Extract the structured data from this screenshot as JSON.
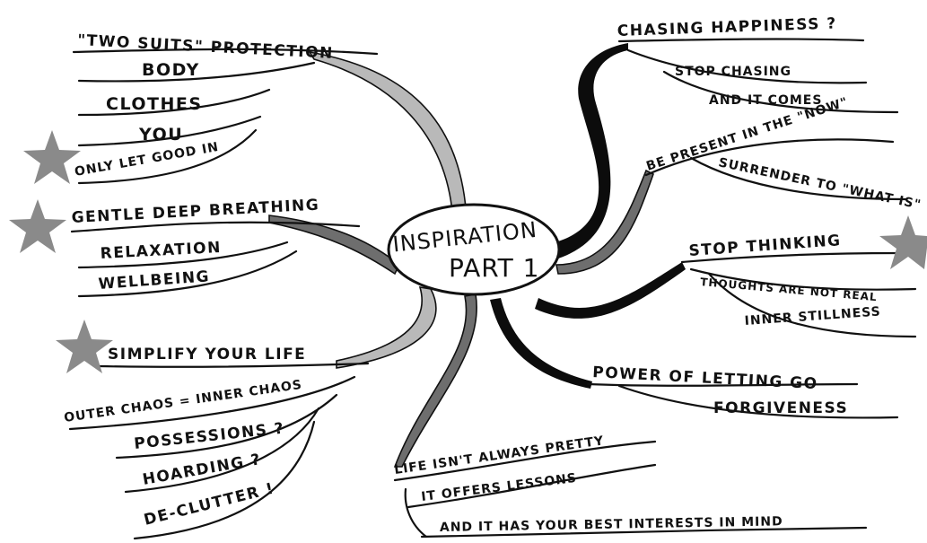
{
  "center": {
    "line1": "INSPIRATION",
    "line2": "PART 1"
  },
  "branches": {
    "two_suits": {
      "title": "\"TWO SUITS\" PROTECTION",
      "items": [
        "BODY",
        "CLOTHES",
        "YOU",
        "ONLY LET GOOD IN"
      ]
    },
    "breathing": {
      "title": "GENTLE DEEP BREATHING",
      "items": [
        "RELAXATION",
        "WELLBEING"
      ]
    },
    "simplify": {
      "title": "SIMPLIFY YOUR LIFE",
      "items": [
        "OUTER CHAOS = INNER CHAOS",
        "POSSESSIONS ?",
        "HOARDING ?",
        "DE-CLUTTER !"
      ]
    },
    "happiness": {
      "title": "CHASING HAPPINESS ?",
      "items": [
        "STOP CHASING",
        "AND IT COMES"
      ]
    },
    "present": {
      "title": "BE PRESENT IN THE \"NOW\"",
      "items": [
        "SURRENDER TO \"WHAT IS\""
      ]
    },
    "thinking": {
      "title": "STOP THINKING",
      "items": [
        "THOUGHTS ARE NOT REAL",
        "INNER STILLNESS"
      ]
    },
    "letting_go": {
      "title": "POWER OF LETTING GO",
      "items": [
        "FORGIVENESS"
      ]
    },
    "life": {
      "title": "LIFE ISN'T ALWAYS PRETTY",
      "items": [
        "IT OFFERS LESSONS",
        "AND IT HAS YOUR BEST INTERESTS IN MIND"
      ]
    }
  },
  "colors": {
    "ink": "#111111",
    "star": "#8a8a8a",
    "branch_dark": "#0c0c0c",
    "branch_mid": "#6e6e6e",
    "branch_light": "#b9b9b9"
  },
  "icons": [
    "star-icon"
  ]
}
